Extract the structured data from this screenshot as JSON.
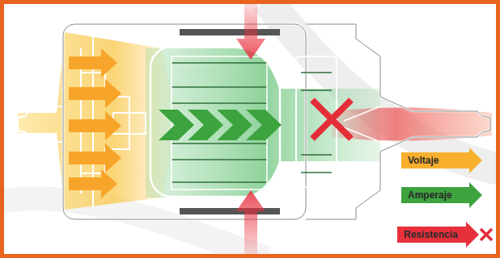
{
  "diagram": {
    "legend": [
      {
        "text": "Voltaje",
        "color": "#f7b02e"
      },
      {
        "text": "Amperaje",
        "color": "#3da33f"
      },
      {
        "text": "Resistencia",
        "color": "#e8303d"
      }
    ]
  }
}
